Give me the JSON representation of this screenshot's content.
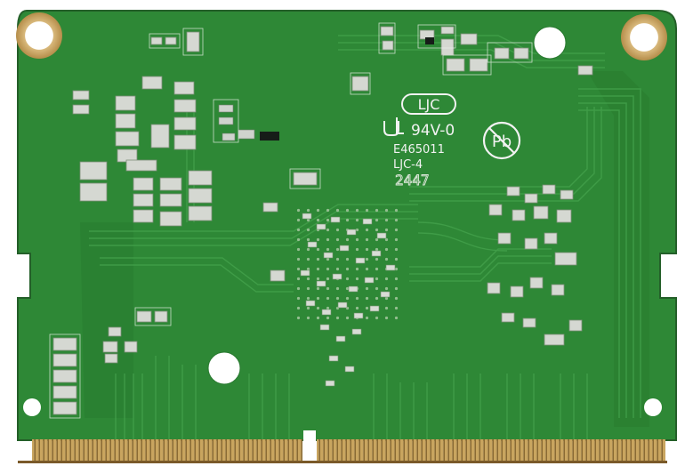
{
  "markings": {
    "maker_code": "LJC",
    "flame_rating": "94V-0",
    "ul_file": "E465011",
    "maker_revision": "LJC-4",
    "date_code": "2447",
    "pb_free_text": "Pb"
  },
  "colors": {
    "board_green": "#2f8a36",
    "board_dark": "#1f6a28",
    "copper_trace": "#3f9c46",
    "pad_silver": "#d5d8d2",
    "gold_finger": "#c8a25a",
    "silkscreen": "#f2f2f2"
  }
}
